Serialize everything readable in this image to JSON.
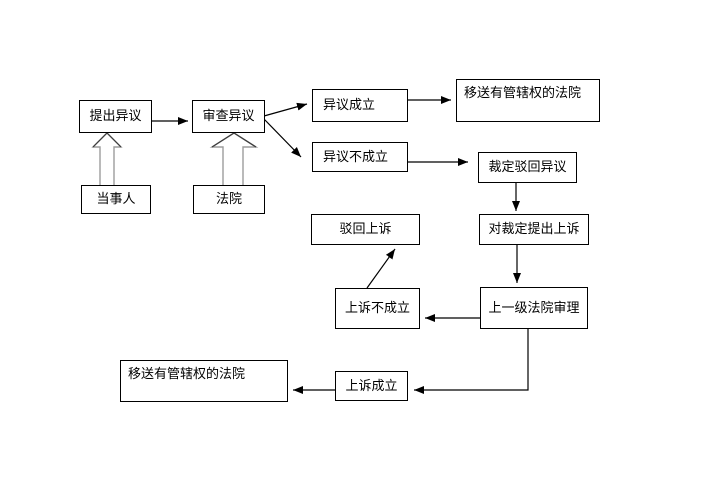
{
  "colors": {
    "background": "#ffffff",
    "line": "#000000",
    "boxBorder": "#000000",
    "boxFill": "#ffffff",
    "text": "#000000",
    "blockArrowShaft": "#9c9c9c",
    "blockArrowHead": "#3c3c3c"
  },
  "nodes": {
    "raise_objection": {
      "label": "提出异议"
    },
    "review_objection": {
      "label": "审查异议"
    },
    "party": {
      "label": "当事人"
    },
    "court": {
      "label": "法院"
    },
    "objection_upheld": {
      "label": "异议成立"
    },
    "transfer_to_court_top": {
      "label": "移送有管辖权的法院"
    },
    "objection_not_upheld": {
      "label": "异议不成立"
    },
    "ruling_dismiss_objection": {
      "label": "裁定驳回异议"
    },
    "dismiss_appeal": {
      "label": "驳回上诉"
    },
    "appeal_against_ruling": {
      "label": "对裁定提出上诉"
    },
    "appeal_not_upheld": {
      "label": "上诉不成立"
    },
    "higher_court_hearing": {
      "label": "上一级法院审理"
    },
    "transfer_to_court_bottom": {
      "label": "移送有管辖权的法院"
    },
    "appeal_upheld": {
      "label": "上诉成立"
    }
  },
  "edges": [
    {
      "from": "party",
      "to": "raise_objection",
      "style": "block-arrow"
    },
    {
      "from": "court",
      "to": "review_objection",
      "style": "block-arrow"
    },
    {
      "from": "raise_objection",
      "to": "review_objection",
      "style": "arrow"
    },
    {
      "from": "review_objection",
      "to": "objection_upheld",
      "style": "arrow"
    },
    {
      "from": "review_objection",
      "to": "objection_not_upheld",
      "style": "arrow"
    },
    {
      "from": "objection_upheld",
      "to": "transfer_to_court_top",
      "style": "arrow"
    },
    {
      "from": "objection_not_upheld",
      "to": "ruling_dismiss_objection",
      "style": "arrow"
    },
    {
      "from": "ruling_dismiss_objection",
      "to": "appeal_against_ruling",
      "style": "arrow"
    },
    {
      "from": "appeal_against_ruling",
      "to": "higher_court_hearing",
      "style": "arrow"
    },
    {
      "from": "higher_court_hearing",
      "to": "appeal_not_upheld",
      "style": "arrow"
    },
    {
      "from": "appeal_not_upheld",
      "to": "dismiss_appeal",
      "style": "arrow"
    },
    {
      "from": "higher_court_hearing",
      "to": "appeal_upheld",
      "style": "arrow"
    },
    {
      "from": "appeal_upheld",
      "to": "transfer_to_court_bottom",
      "style": "arrow"
    }
  ]
}
